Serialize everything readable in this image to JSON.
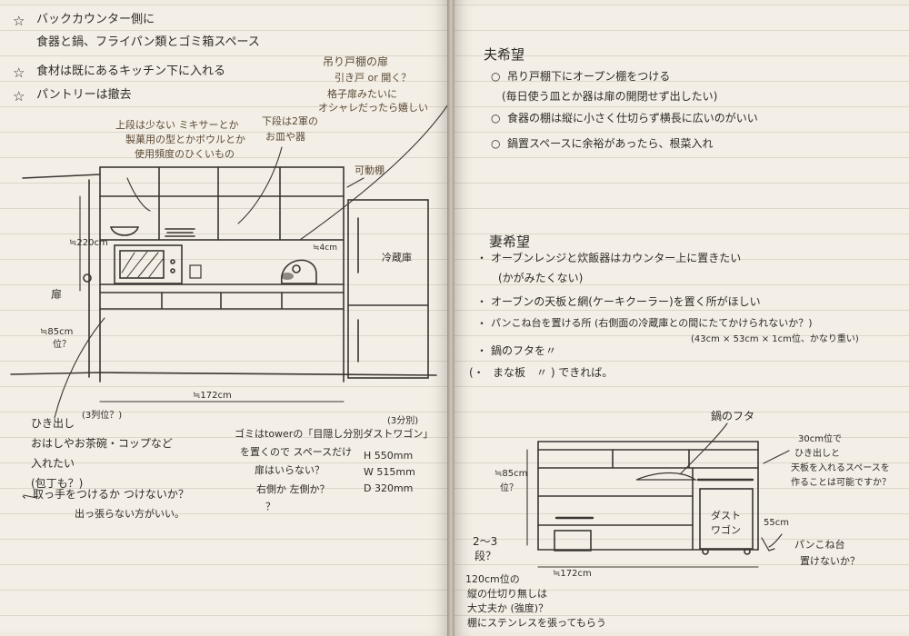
{
  "left_page": {
    "star_items": [
      {
        "star": "☆",
        "line1": "バックカウンター側に",
        "line2": "食器と鍋、フライパン類とゴミ箱スペース"
      },
      {
        "star": "☆",
        "line1": "食材は既にあるキッチン下に入れる"
      },
      {
        "star": "☆",
        "line1": "パントリーは撤去"
      }
    ],
    "door_note": {
      "title": "吊り戸棚の扉",
      "line2": "引き戸 or 開く？",
      "line3": "格子扉みたいに",
      "line4": "オシャレだったら嬉しい"
    },
    "upper_note": {
      "line1": "上段は少ない ミキサーとか",
      "line2": "製菓用の型とかボウルとか",
      "line3": "使用頻度のひくいもの"
    },
    "lower_note": {
      "line1": "下段は2軍の",
      "line2": "お皿や器"
    },
    "movable_shelf": "可動棚",
    "fridge": "冷蔵庫",
    "door": "扉",
    "height_220": "≒220cm",
    "height_85": "≒85cm",
    "height_85_q": "位？",
    "width_172": "≒172cm",
    "gap_label": "≒4cm",
    "drawer_note": {
      "line1": "ひき出し",
      "paren": "(3列位？)",
      "line2": "おはしやお茶碗・コップなど",
      "line3": "入れたい",
      "line4": "(包丁も？)"
    },
    "handle_note": {
      "line1": "、取っ手をつけるか つけないか？",
      "line2": "出っ張らない方がいい。"
    },
    "trash_note": {
      "line1": "ゴミはtowerの「目隠し分別ダストワゴン」",
      "tag": "(3分別)",
      "line2": "を置くので スペースだけ",
      "line3": "扉はいらない？",
      "line4": "右側か 左側か？",
      "q": "？",
      "dims": [
        "H 550mm",
        "W 515mm",
        "D 320mm"
      ]
    }
  },
  "right_page": {
    "husband_title": "夫希望",
    "husband_items": [
      {
        "bullet": "○",
        "text": "吊り戸棚下にオープン棚をつける"
      },
      {
        "bullet": "",
        "text": "(毎日使う皿とか器は扉の開閉せず出したい)"
      },
      {
        "bullet": "○",
        "text": "食器の棚は縦に小さく仕切らず横長に広いのがいい"
      },
      {
        "bullet": "○",
        "text": "鍋置スペースに余裕があったら、根菜入れ"
      }
    ],
    "wife_title": "妻希望",
    "wife_items": [
      {
        "bullet": "・",
        "text": "オーブンレンジと炊飯器はカウンター上に置きたい"
      },
      {
        "bullet": "",
        "text": "(かがみたくない)"
      },
      {
        "bullet": "・",
        "text": "オーブンの天板と網(ケーキクーラー)を置く所がほしい"
      },
      {
        "bullet": "・",
        "text": "パンこね台を置ける所 (右側面の冷蔵庫との間にたてかけられないか？)"
      },
      {
        "bullet": "",
        "text": "(43cm × 53cm × 1cm位、かなり重い)"
      },
      {
        "bullet": "・",
        "text": "鍋のフタを〃"
      },
      {
        "bullet": "(・",
        "text": "まな板　〃 ) できれば。"
      }
    ],
    "sketch": {
      "pot_lid": "鍋のフタ",
      "side_note": {
        "line1": "30cm位で",
        "line2": "ひき出しと",
        "line3": "天板を入れるスペースを",
        "line4": "作ることは可能ですか？"
      },
      "height_85": "≒85cm",
      "height_q": "位？",
      "dust": {
        "line1": "ダスト",
        "line2": "ワゴン"
      },
      "cm55": "55cm",
      "shelves": {
        "line1": "2〜3",
        "line2": "段？"
      },
      "width_172": "≒172cm",
      "bread_board": {
        "line1": "パンこね台",
        "line2": "置けないか？"
      },
      "bottom_note": {
        "line1": "120cm位の",
        "line2": "縦の仕切り無しは",
        "line3": "大丈夫か (強度)？",
        "line4": "棚にステンレスを張ってもらう"
      }
    }
  }
}
